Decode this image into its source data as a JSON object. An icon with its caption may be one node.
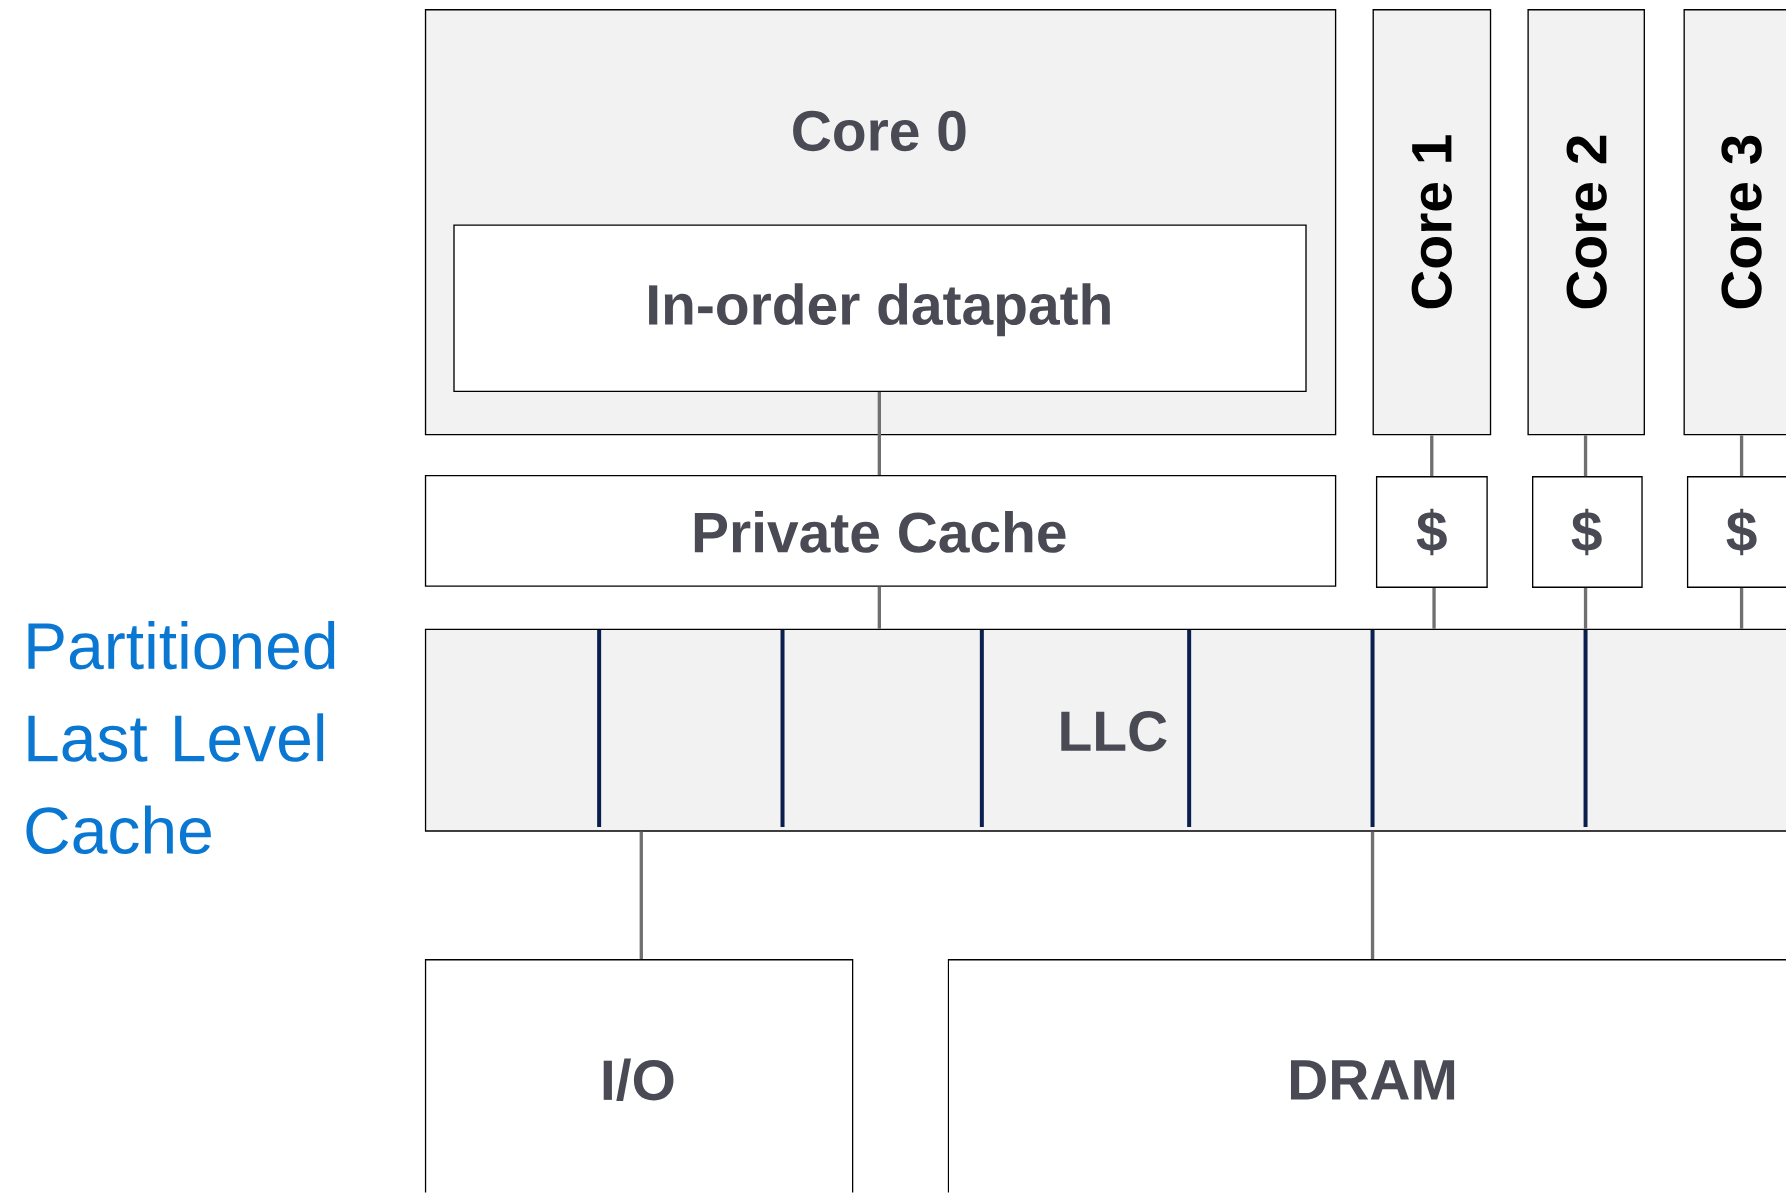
{
  "diagram": {
    "nodes": [
      {
        "text": [
          "Core 0"
        ]
      },
      {
        "text": [
          "In-order datapath"
        ],
        "in": 0
      },
      {
        "text": [
          "Core 1"
        ]
      },
      {
        "text": [
          "Core 2"
        ]
      },
      {
        "text": [
          "Core 3"
        ]
      },
      {
        "text": [
          "Private Cache"
        ]
      },
      {
        "text": [
          "$"
        ]
      },
      {
        "text": [
          "$"
        ]
      },
      {
        "text": [
          "$"
        ]
      },
      {
        "text": [
          "LLC"
        ],
        "beside": [
          "Partitioned Last Level Cache"
        ]
      },
      {
        "text": [
          "I/O"
        ]
      },
      {
        "text": [
          "DRAM"
        ]
      }
    ],
    "edges": [
      {
        "from": 1,
        "to": 5,
        "arrow": "none"
      },
      {
        "from": 5,
        "to": 9,
        "arrow": "none"
      },
      {
        "from": 2,
        "to": 6,
        "arrow": "none"
      },
      {
        "from": 6,
        "to": 9,
        "arrow": "none"
      },
      {
        "from": 3,
        "to": 7,
        "arrow": "none"
      },
      {
        "from": 7,
        "to": 9,
        "arrow": "none"
      },
      {
        "from": 4,
        "to": 8,
        "arrow": "none"
      },
      {
        "from": 8,
        "to": 9,
        "arrow": "none"
      },
      {
        "from": 9,
        "to": 10,
        "arrow": "none"
      },
      {
        "from": 9,
        "to": 11,
        "arrow": "none"
      }
    ]
  }
}
